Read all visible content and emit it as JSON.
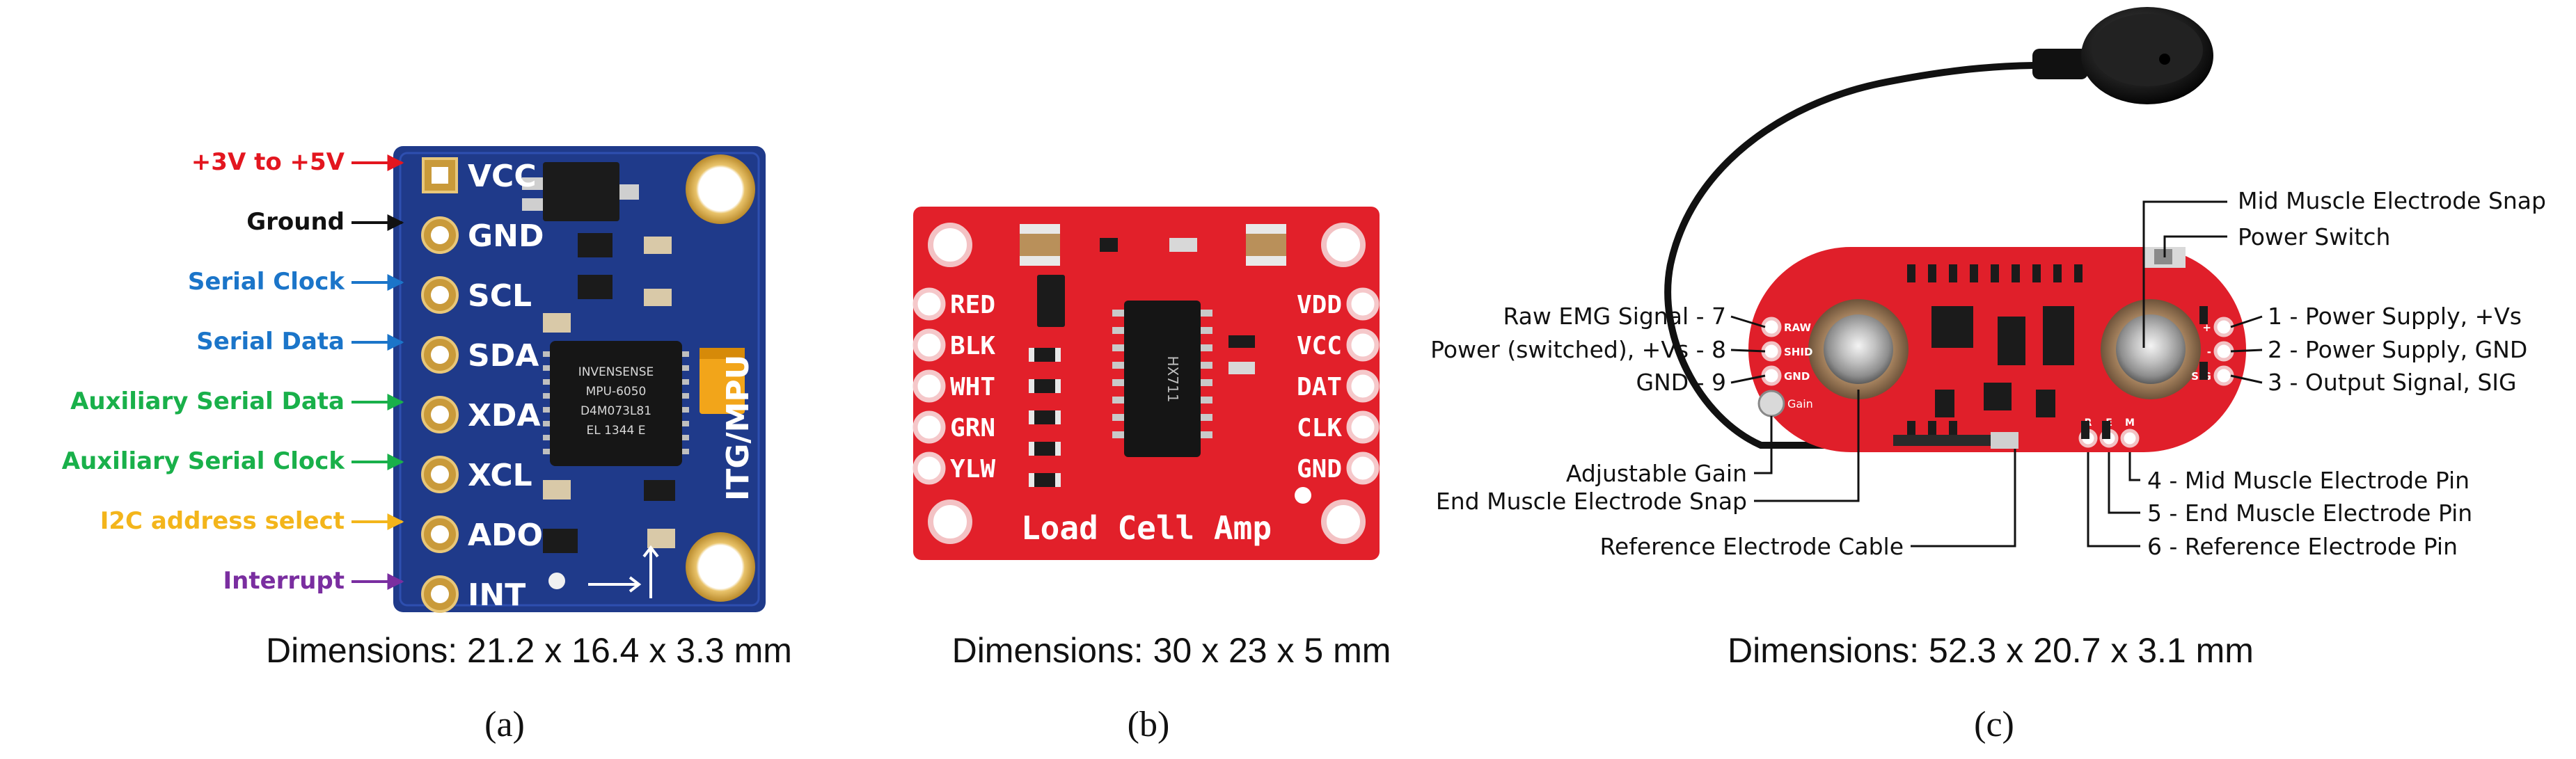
{
  "panel_a": {
    "labels": [
      {
        "text": "+3V to +5V",
        "color": "#e3161f",
        "pin": "VCC"
      },
      {
        "text": "Ground",
        "color": "#111111",
        "pin": "GND"
      },
      {
        "text": "Serial Clock",
        "color": "#1b75c9",
        "pin": "SCL"
      },
      {
        "text": "Serial Data",
        "color": "#1b75c9",
        "pin": "SDA"
      },
      {
        "text": "Auxiliary Serial Data",
        "color": "#19b04a",
        "pin": "XDA"
      },
      {
        "text": "Auxiliary Serial Clock",
        "color": "#19b04a",
        "pin": "XCL"
      },
      {
        "text": "I2C address select",
        "color": "#f3b51b",
        "pin": "ADO"
      },
      {
        "text": "Interrupt",
        "color": "#7a2ea0",
        "pin": "INT"
      }
    ],
    "board_text": "ITG/MPU",
    "chip_text": [
      "INVENSENSE",
      "MPU-6050",
      "D4M073L81",
      "EL 1344 E"
    ],
    "dimensions": "Dimensions: 21.2 x 16.4 x 3.3 mm",
    "caption": "(a)"
  },
  "panel_b": {
    "left_pins": [
      "RED",
      "BLK",
      "WHT",
      "GRN",
      "YLW"
    ],
    "right_pins": [
      "VDD",
      "VCC",
      "DAT",
      "CLK",
      "GND"
    ],
    "board_text": "Load Cell Amp",
    "chip_text": "HX711",
    "dimensions": "Dimensions: 30 x 23 x 5 mm",
    "caption": "(b)"
  },
  "panel_c": {
    "left_labels": [
      "Raw EMG Signal - 7",
      "Power (switched), +Vs - 8",
      "GND - 9"
    ],
    "right_labels": [
      "1 - Power Supply, +Vs",
      "2 - Power Supply, GND",
      "3 - Output Signal, SIG"
    ],
    "top_labels": [
      "Mid Muscle Electrode Snap",
      "Power Switch"
    ],
    "bottom_left_labels": [
      "Adjustable Gain",
      "End Muscle Electrode Snap",
      "Reference Electrode Cable"
    ],
    "bottom_right_labels": [
      "4 - Mid Muscle Electrode Pin",
      "5 - End Muscle Electrode Pin",
      "6 - Reference Electrode Pin"
    ],
    "board_left_pins": [
      "RAW",
      "SHID",
      "GND"
    ],
    "board_right_pins": [
      "+",
      "-",
      "SIG"
    ],
    "board_bottom_pins": [
      "R",
      "E",
      "M"
    ],
    "dimensions": "Dimensions: 52.3 x 20.7 x 3.1 mm",
    "caption": "(c)"
  },
  "colors": {
    "mpu_board": "#1f3a8a",
    "hx_board": "#e2202a",
    "emg_board": "#e01f2a"
  }
}
